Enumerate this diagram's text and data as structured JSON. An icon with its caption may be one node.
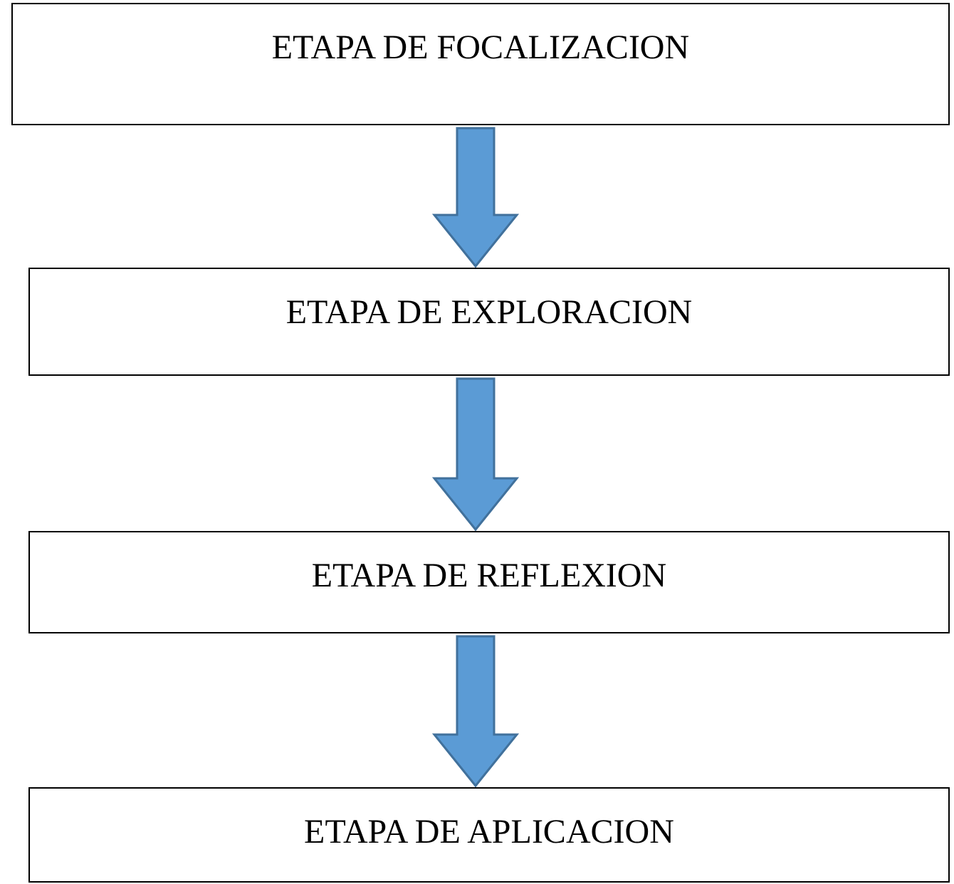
{
  "diagram": {
    "nodes": [
      {
        "text": [
          "ETAPA DE FOCALIZACION"
        ]
      },
      {
        "text": [
          "ETAPA DE EXPLORACION"
        ]
      },
      {
        "text": [
          "ETAPA DE REFLEXION"
        ]
      },
      {
        "text": [
          "ETAPA DE APLICACION"
        ]
      }
    ],
    "edges": [
      {
        "from": 0,
        "to": 1,
        "arrow": "to"
      },
      {
        "from": 1,
        "to": 2,
        "arrow": "to"
      },
      {
        "from": 2,
        "to": 3,
        "arrow": "to"
      }
    ]
  }
}
